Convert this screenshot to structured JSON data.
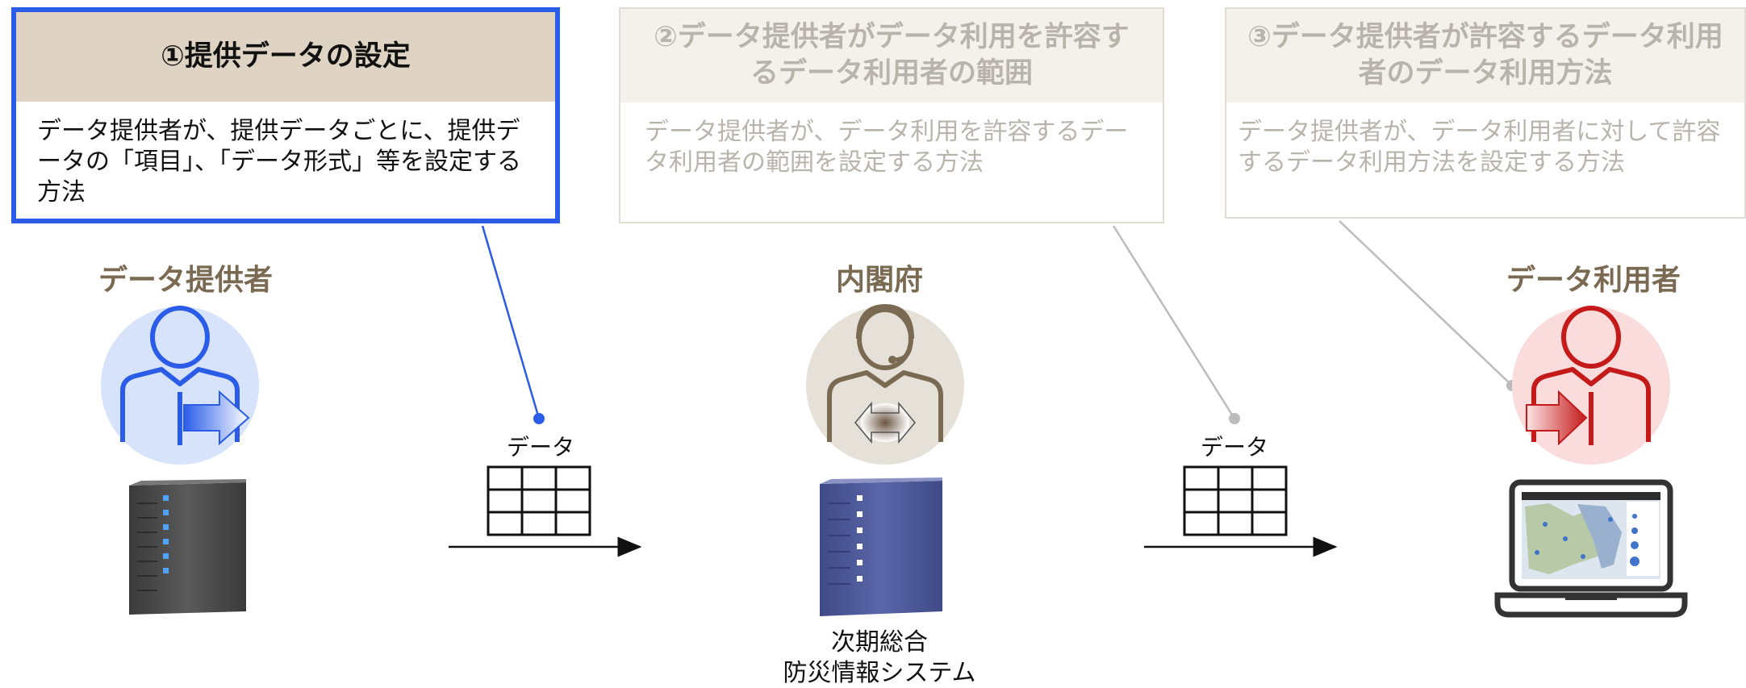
{
  "steps": [
    {
      "title": "①提供データの設定",
      "desc": "データ提供者が、提供データごとに、提供データの「項目」、「データ形式」等を設定する方法"
    },
    {
      "title": "②データ提供者がデータ利用を許容するデータ利用者の範囲",
      "desc": "データ提供者が、データ利用を許容するデータ利用者の範囲を設定する方法"
    },
    {
      "title": "③データ提供者が許容するデータ利用者のデータ利用方法",
      "desc": "データ提供者が、データ利用者に対して許容するデータ利用方法を設定する方法"
    }
  ],
  "actors": {
    "provider": "データ提供者",
    "cabinet": "内閣府",
    "user": "データ利用者"
  },
  "flows": {
    "data_label_1": "データ",
    "data_label_2": "データ"
  },
  "system": {
    "line1": "次期総合",
    "line2": "防災情報システム"
  },
  "colors": {
    "active_border": "#2a5ce8",
    "active_header_bg": "#dfd4c3",
    "inactive_text": "#b9b4ab",
    "actor_text": "#7b6a52",
    "provider_accent": "#2a5ce8",
    "user_accent": "#c41a1a"
  },
  "icons": {
    "provider": "person-with-arrow-icon",
    "cabinet": "operator-headset-icon",
    "user": "person-with-arrow-icon",
    "server": "server-rack-icon",
    "laptop": "laptop-map-icon",
    "table": "data-table-icon"
  }
}
